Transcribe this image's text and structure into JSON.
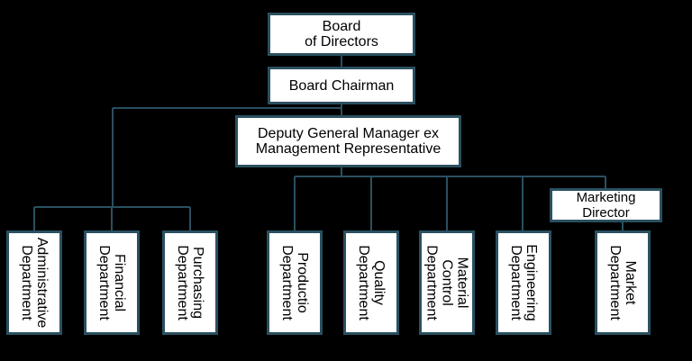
{
  "colors": {
    "background": "#000000",
    "box_fill": "#ffffff",
    "border": "#2a5060",
    "connector": "#2a5060"
  },
  "nodes": {
    "board": [
      "Board",
      "of Directors"
    ],
    "chairman": [
      "Board Chairman"
    ],
    "deputy": [
      "Deputy General Manager ex",
      "Management Representative"
    ],
    "marketing_director": [
      "Marketing",
      "Director"
    ]
  },
  "departments": [
    {
      "lines": [
        "Administrative",
        "Department"
      ]
    },
    {
      "lines": [
        "Financial",
        "Department"
      ]
    },
    {
      "lines": [
        "Purchasing",
        "Department"
      ]
    },
    {
      "lines": [
        "Productio",
        "Department"
      ]
    },
    {
      "lines": [
        "Quality",
        "Department"
      ]
    },
    {
      "lines": [
        "Material",
        "Control",
        "Department"
      ]
    },
    {
      "lines": [
        "Engineering",
        "Department"
      ]
    },
    {
      "lines": [
        "Market",
        "Department"
      ]
    }
  ]
}
